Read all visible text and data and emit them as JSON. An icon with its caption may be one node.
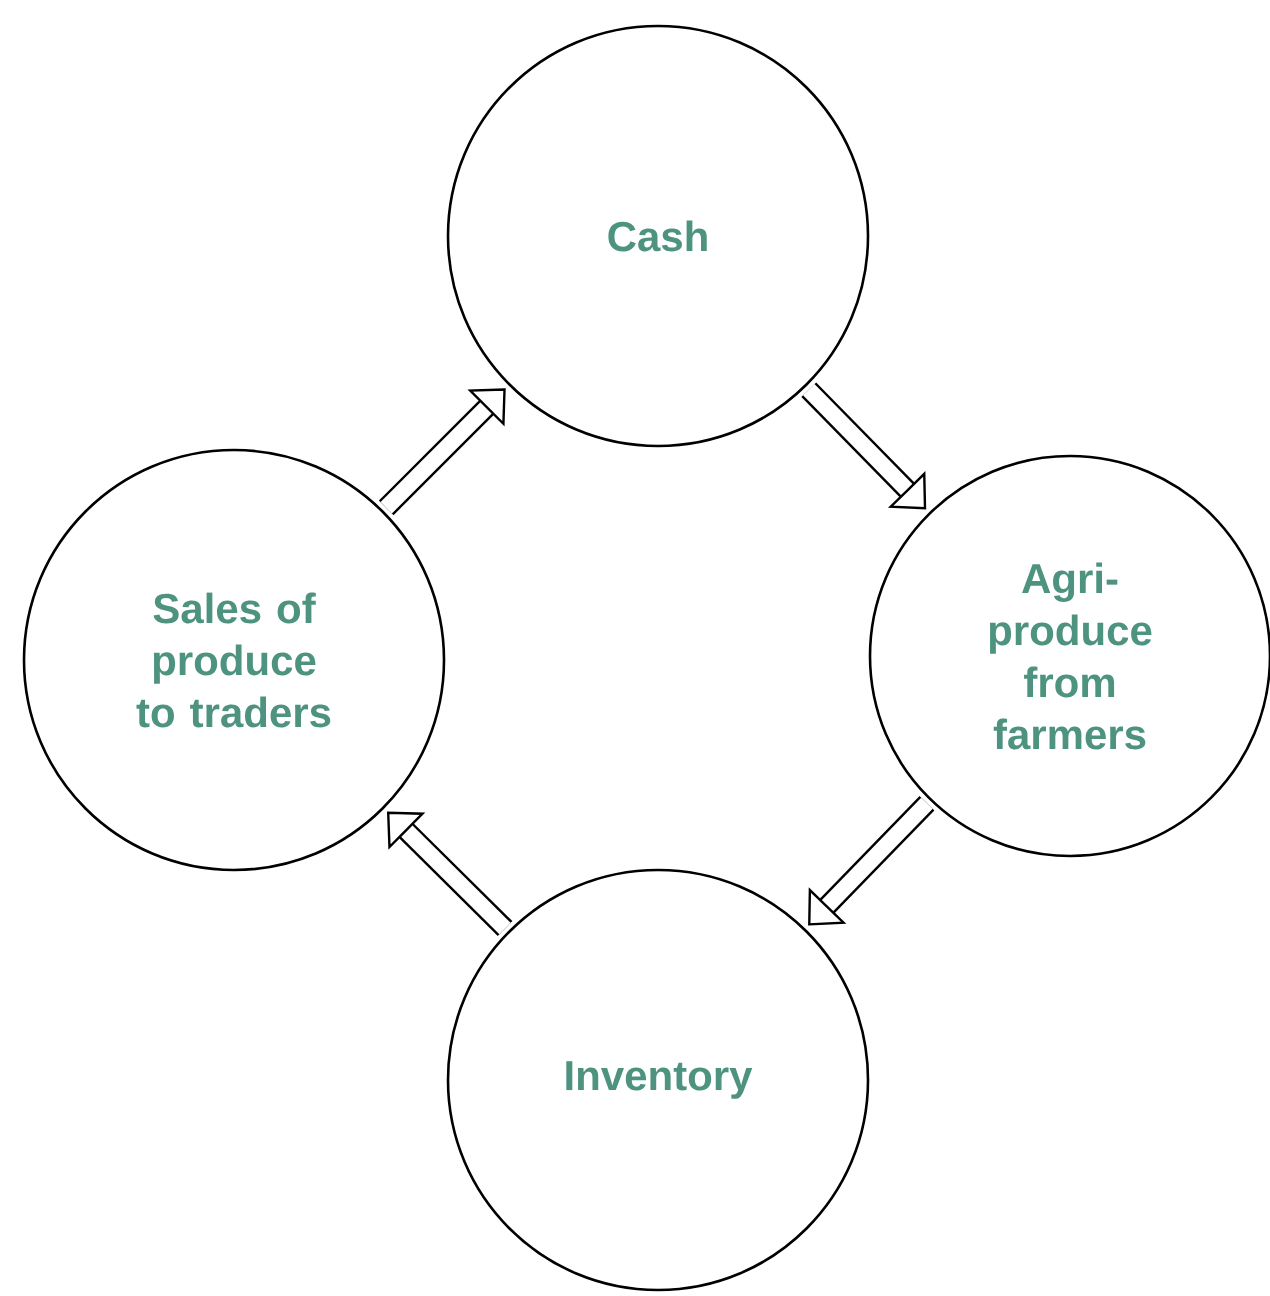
{
  "diagram": {
    "nodes": [
      {
        "text": [
          "Cash"
        ]
      },
      {
        "text": [
          "Agri-produce from farmers"
        ]
      },
      {
        "text": [
          "Inventory"
        ]
      },
      {
        "text": [
          "Sales of produce to traders"
        ]
      }
    ],
    "edges": [
      {
        "from": 0,
        "to": 1,
        "arrow": "to"
      },
      {
        "from": 1,
        "to": 2,
        "arrow": "to"
      },
      {
        "from": 2,
        "to": 3,
        "arrow": "to"
      },
      {
        "from": 3,
        "to": 0,
        "arrow": "to"
      }
    ]
  }
}
